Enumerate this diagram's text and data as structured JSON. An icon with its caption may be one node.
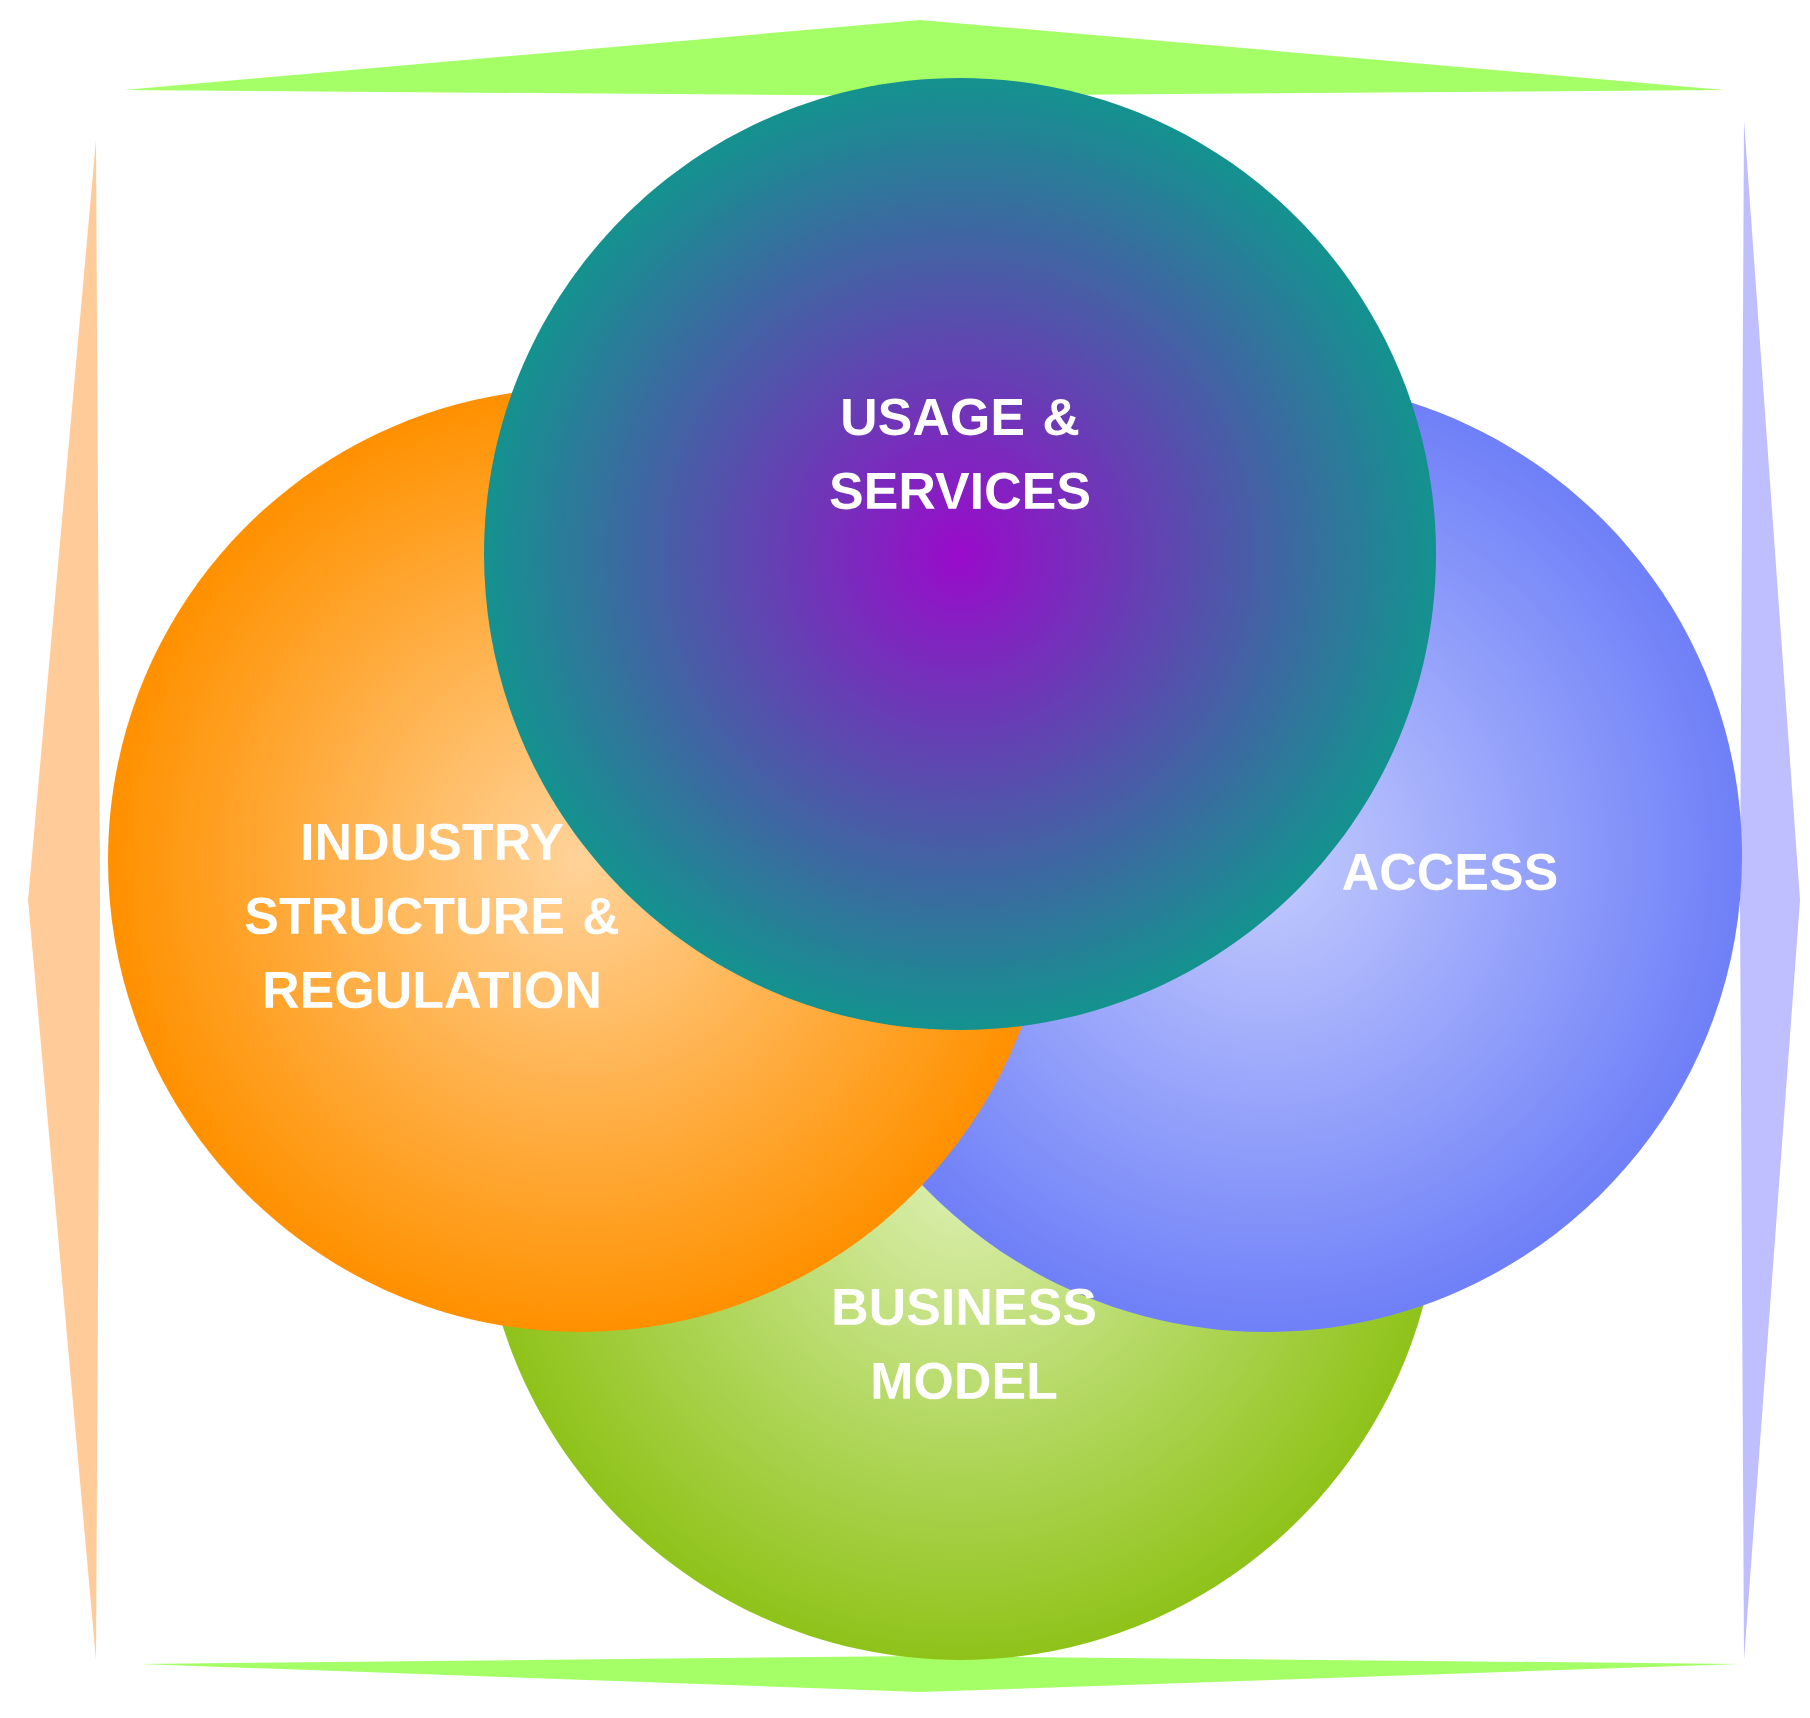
{
  "diagram": {
    "nodes": [
      {
        "text": [
          "USAGE & SERVICES"
        ]
      },
      {
        "text": [
          "INDUSTRY STRUCTURE & REGULATION"
        ]
      },
      {
        "text": [
          "ACCESS"
        ]
      },
      {
        "text": [
          "BUSINESS MODEL"
        ]
      }
    ]
  }
}
